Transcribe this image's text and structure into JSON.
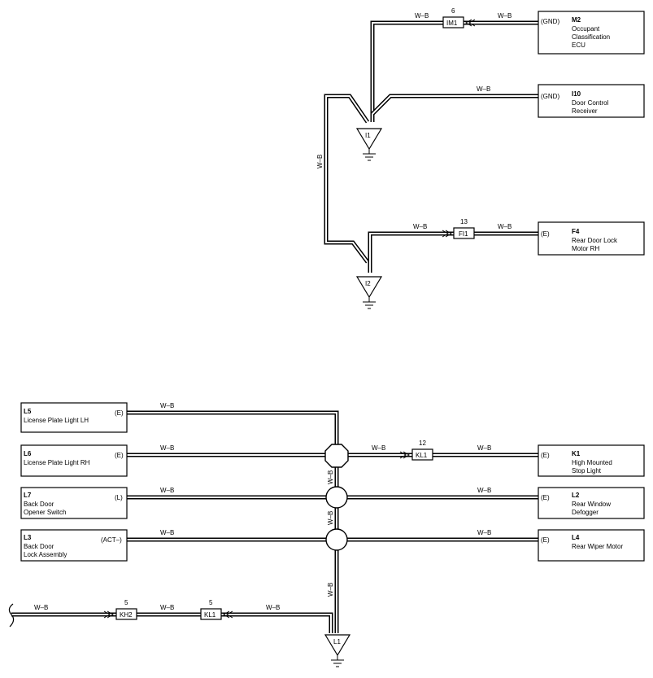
{
  "wire_color": "W–B",
  "components": [
    {
      "id": "M2",
      "name_lines": [
        "Occupant",
        "Classification",
        "ECU"
      ],
      "pin": "(GND)"
    },
    {
      "id": "I10",
      "name_lines": [
        "Door Control",
        "Receiver"
      ],
      "pin": "(GND)"
    },
    {
      "id": "F4",
      "name_lines": [
        "Rear Door Lock",
        "Motor RH"
      ],
      "pin": "(E)"
    },
    {
      "id": "L5",
      "name_lines": [
        "License Plate Light LH"
      ],
      "pin": "(E)"
    },
    {
      "id": "L6",
      "name_lines": [
        "License Plate Light RH"
      ],
      "pin": "(E)"
    },
    {
      "id": "L7",
      "name_lines": [
        "Back Door",
        "Opener Switch"
      ],
      "pin": "(L)"
    },
    {
      "id": "L3",
      "name_lines": [
        "Back Door",
        "Lock Assembly"
      ],
      "pin": "(ACT–)"
    },
    {
      "id": "K1",
      "name_lines": [
        "High Mounted",
        "Stop Light"
      ],
      "pin": "(E)"
    },
    {
      "id": "L2",
      "name_lines": [
        "Rear Window",
        "Defogger"
      ],
      "pin": "(E)"
    },
    {
      "id": "L4",
      "name_lines": [
        "Rear Wiper Motor"
      ],
      "pin": "(E)"
    }
  ],
  "connectors": [
    {
      "id": "IM1",
      "pin": "6"
    },
    {
      "id": "FI1",
      "pin": "13"
    },
    {
      "id": "KL1",
      "pin": "12"
    },
    {
      "id": "KH2",
      "pin": "5"
    },
    {
      "id": "KL1",
      "pin": "5"
    }
  ],
  "grounds": [
    "I1",
    "I2",
    "L1"
  ]
}
